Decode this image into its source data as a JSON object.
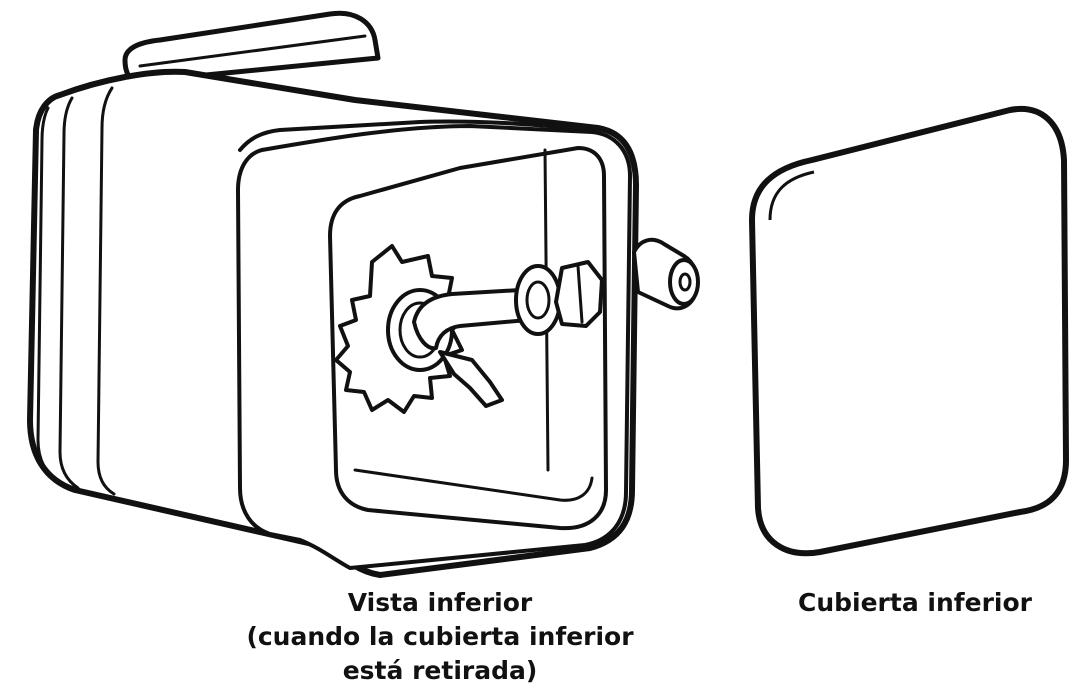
{
  "colors": {
    "line": "#111111",
    "fill": "#ffffff",
    "background": "#ffffff"
  },
  "illustrations": {
    "base_unit": "bottom-view-with-cover-removed",
    "cover": "bottom-cover-panel"
  },
  "captions": {
    "left": {
      "line1": "Vista inferior",
      "line2": "(cuando la cubierta inferior",
      "line3": "está retirada)"
    },
    "right": {
      "line1": "Cubierta inferior"
    }
  }
}
